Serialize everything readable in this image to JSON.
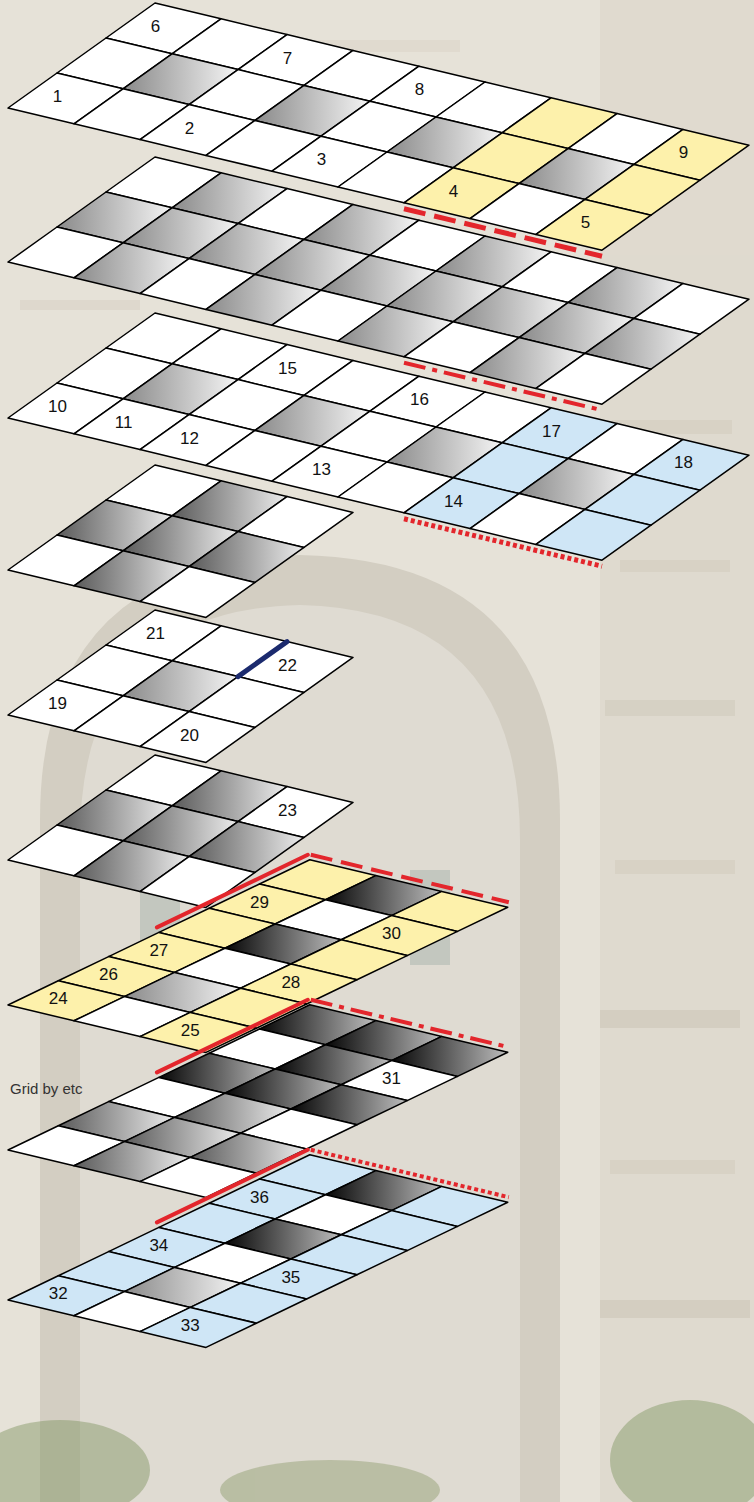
{
  "diagram": {
    "labels": [
      "1",
      "2",
      "3",
      "4",
      "5",
      "6",
      "7",
      "8",
      "9",
      "10",
      "11",
      "12",
      "13",
      "14",
      "15",
      "16",
      "17",
      "18",
      "19",
      "20",
      "21",
      "22",
      "23",
      "24",
      "25",
      "26",
      "27",
      "28",
      "29",
      "30",
      "Grid by etc",
      "31",
      "32",
      "33",
      "34",
      "35",
      "36"
    ]
  }
}
